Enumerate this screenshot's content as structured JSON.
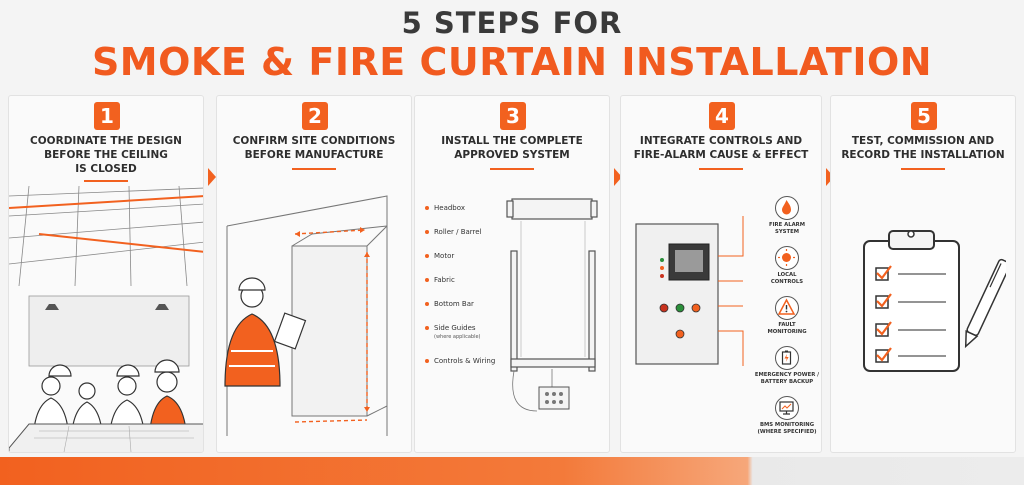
{
  "header": {
    "title_line1": "5 STEPS FOR",
    "title_line2": "SMOKE & FIRE CURTAIN INSTALLATION"
  },
  "steps": [
    {
      "number": "1",
      "title": "COORDINATE THE DESIGN\nBEFORE THE CEILING\nIS CLOSED"
    },
    {
      "number": "2",
      "title": "CONFIRM SITE CONDITIONS\nBEFORE MANUFACTURE"
    },
    {
      "number": "3",
      "title": "INSTALL THE COMPLETE\nAPPROVED SYSTEM"
    },
    {
      "number": "4",
      "title": "INTEGRATE CONTROLS AND\nFIRE-ALARM CAUSE & EFFECT"
    },
    {
      "number": "5",
      "title": "TEST, COMMISSION AND\nRECORD THE INSTALLATION"
    }
  ],
  "components": [
    {
      "label": "Headbox",
      "sub": ""
    },
    {
      "label": "Roller / Barrel",
      "sub": ""
    },
    {
      "label": "Motor",
      "sub": ""
    },
    {
      "label": "Fabric",
      "sub": ""
    },
    {
      "label": "Bottom Bar",
      "sub": ""
    },
    {
      "label": "Side Guides",
      "sub": "(where applicable)"
    },
    {
      "label": "Controls & Wiring",
      "sub": ""
    }
  ],
  "integrations": [
    {
      "label": "FIRE ALARM\nSYSTEM",
      "icon": "flame-icon"
    },
    {
      "label": "LOCAL\nCONTROLS",
      "icon": "control-knob-icon"
    },
    {
      "label": "FAULT\nMONITORING",
      "icon": "warning-icon"
    },
    {
      "label": "EMERGENCY POWER /\nBATTERY BACKUP",
      "icon": "battery-icon"
    },
    {
      "label": "BMS MONITORING\n(WHERE SPECIFIED)",
      "icon": "monitor-icon"
    }
  ],
  "colors": {
    "accent": "#f2611f",
    "title_dark": "#3a3a3a",
    "panel_bg": "#fafafa"
  }
}
